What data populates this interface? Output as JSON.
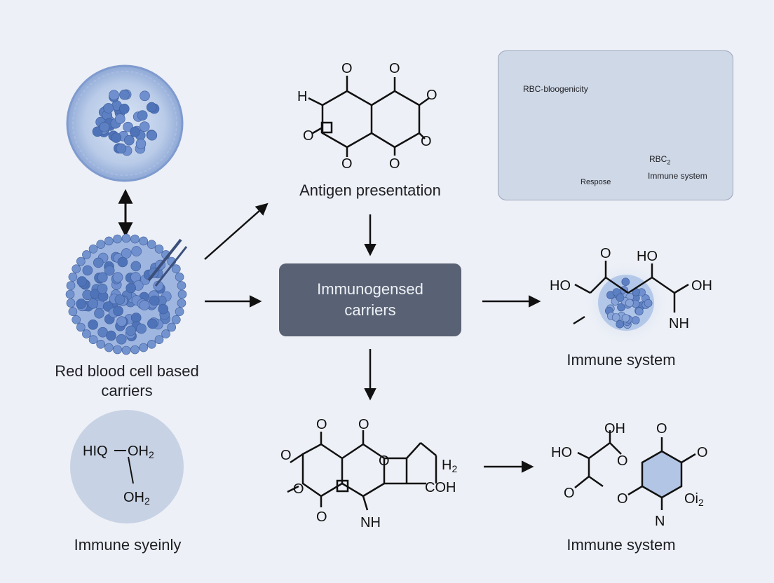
{
  "labels": {
    "antigen_presentation": "Antigen presentation",
    "center_line1": "Immunogensed",
    "center_line2": "carriers",
    "rbc_line1": "Red blood cell based",
    "rbc_line2": "carriers",
    "immune_system_right": "Immune system",
    "immune_system_bottom_right": "Immune system",
    "immune_syeinly": "Immune syeinly"
  },
  "inset": {
    "bar_label": "RBC-bloogenicity",
    "axis_label": "Respose",
    "rbc_label": "RBC",
    "rbc_subscript": "2",
    "immune_label": "Immune system"
  },
  "chem": {
    "top": {
      "o1": "O",
      "o2": "O",
      "o3": "O",
      "o4": "O",
      "o5": "O",
      "o6": "O",
      "h": "H",
      "o7": "O"
    },
    "right": {
      "o_top": "O",
      "ho_left": "HO",
      "ho_top": "HO",
      "oh_right": "OH",
      "nh": "NH"
    },
    "left_small": {
      "hiq": "HIQ",
      "oh2_a": "OH",
      "sub_a": "2",
      "oh2_b": "OH",
      "sub_b": "2"
    },
    "bottom": {
      "o1": "O",
      "o2": "O",
      "o3": "O",
      "o4": "O",
      "o5": "O",
      "o6": "O",
      "h2": "H",
      "sub": "2",
      "coh": "COH",
      "nh": "NH"
    },
    "bottom_right": {
      "oh": "OH",
      "ho": "HO",
      "o_a": "O",
      "o_b": "O",
      "o_c": "O",
      "o_d": "O",
      "o_e": "O",
      "oi": "Oi",
      "sub": "2",
      "n": "N"
    }
  },
  "colors": {
    "background": "#edf0f6",
    "center_box": "#596274",
    "cell_blue": "#5d80c2",
    "inset_bg": "#cfd8e6"
  }
}
